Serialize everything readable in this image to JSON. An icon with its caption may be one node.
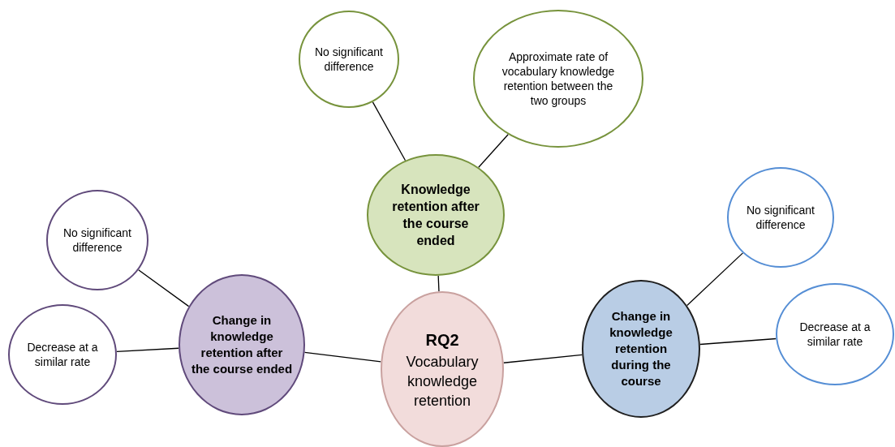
{
  "diagram": {
    "nodes": [
      {
        "text": [
          "RQ2",
          "Vocabulary knowledge retention"
        ]
      },
      {
        "text": [
          "Knowledge retention after the course ended"
        ]
      },
      {
        "text": [
          "No significant difference"
        ]
      },
      {
        "text": [
          "Approximate rate of vocabulary knowledge retention between the two groups"
        ]
      },
      {
        "text": [
          "Change in knowledge retention after the course ended"
        ]
      },
      {
        "text": [
          "No significant difference"
        ]
      },
      {
        "text": [
          "Decrease at a similar rate"
        ]
      },
      {
        "text": [
          "Change in knowledge retention during the course"
        ]
      },
      {
        "text": [
          "No significant difference"
        ]
      },
      {
        "text": [
          "Decrease at a similar rate"
        ]
      }
    ],
    "edges": [
      {
        "from": 0,
        "to": 1,
        "arrow": "none"
      },
      {
        "from": 1,
        "to": 2,
        "arrow": "none"
      },
      {
        "from": 1,
        "to": 3,
        "arrow": "none"
      },
      {
        "from": 0,
        "to": 4,
        "arrow": "none"
      },
      {
        "from": 4,
        "to": 5,
        "arrow": "none"
      },
      {
        "from": 4,
        "to": 6,
        "arrow": "none"
      },
      {
        "from": 0,
        "to": 7,
        "arrow": "none"
      },
      {
        "from": 7,
        "to": 8,
        "arrow": "none"
      },
      {
        "from": 7,
        "to": 9,
        "arrow": "none"
      }
    ]
  }
}
